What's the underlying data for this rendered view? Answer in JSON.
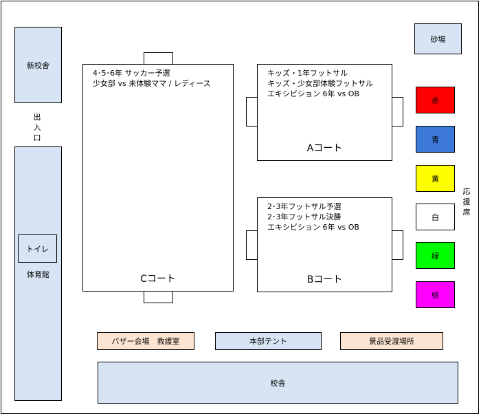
{
  "buildings": {
    "new_school": "新校舎",
    "sand": "砂場",
    "toilet": "トイレ",
    "gym": "体育館",
    "bazaar": "バザー会場　救護室",
    "hq_tent": "本部テント",
    "prize": "景品受渡場所",
    "school": "校舎"
  },
  "entrance": [
    "出",
    "入",
    "口"
  ],
  "seats_label": [
    "応",
    "援",
    "席"
  ],
  "teams": [
    {
      "name": "赤",
      "color": "#ff0000"
    },
    {
      "name": "青",
      "color": "#3c78d8"
    },
    {
      "name": "黄",
      "color": "#ffff00"
    },
    {
      "name": "白",
      "color": "#ffffff"
    },
    {
      "name": "緑",
      "color": "#00ff00"
    },
    {
      "name": "桃",
      "color": "#ff00ff"
    }
  ],
  "courts": {
    "c": {
      "name": "Cコート",
      "events": [
        "4･5･6年 サッカー予選",
        "少女部 vs 未体験ママ / レディース"
      ]
    },
    "a": {
      "name": "Aコート",
      "events": [
        "キッズ・1年フットサル",
        "キッズ・少女部体験フットサル",
        "エキシビション 6年 vs OB"
      ]
    },
    "b": {
      "name": "Bコート",
      "events": [
        "2･3年フットサル予選",
        "2･3年フットサル決勝",
        "エキシビション 6年 vs OB"
      ]
    }
  }
}
